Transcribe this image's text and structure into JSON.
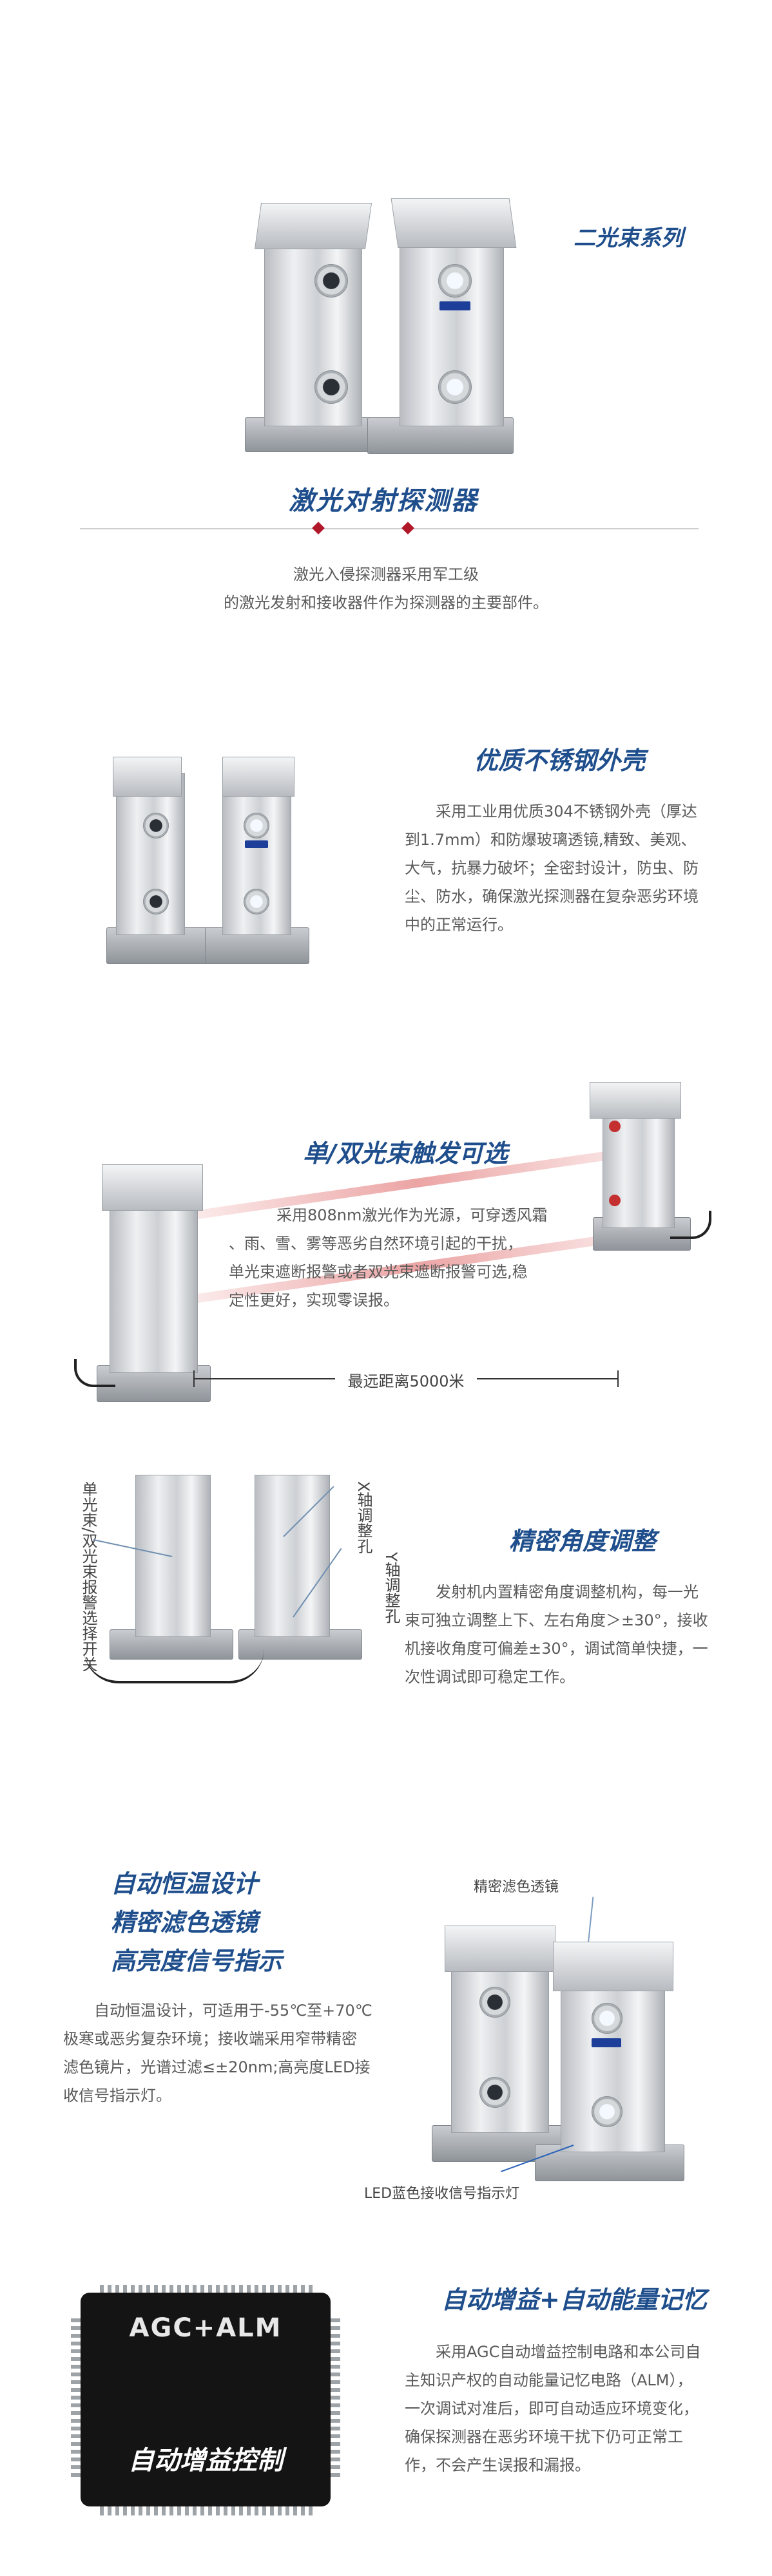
{
  "section1": {
    "series_title": "二光束系列",
    "heading": "激光对射探测器",
    "desc_line1": "激光入侵探测器采用军工级",
    "desc_line2": "的激光发射和接收器件作为探测器的主要部件。"
  },
  "section2": {
    "heading": "优质不锈钢外壳",
    "body_lines": [
      "采用工业用优质304不锈钢外壳（厚达",
      "到1.7mm）和防爆玻璃透镜,精致、美观、",
      "大气，抗暴力破坏；全密封设计，防虫、防",
      "尘、防水，确保激光探测器在复杂恶劣环境",
      "中的正常运行。"
    ]
  },
  "section3": {
    "heading": "单/双光束触发可选",
    "body_lines": [
      "采用808nm激光作为光源，可穿透风霜",
      "、雨、雪、雾等恶劣自然环境引起的干扰，",
      "单光束遮断报警或者双光束遮断报警可选,稳",
      "定性更好，实现零误报。"
    ],
    "distance_label": "最远距离5000米"
  },
  "section4": {
    "heading": "精密角度调整",
    "left_label": "单光束/双光束报警选择开关",
    "x_label": "X轴调整孔",
    "y_label": "Y轴调整孔",
    "body_lines": [
      "发射机内置精密角度调整机构，每一光",
      "束可独立调整上下、左右角度＞±30°，接收",
      "机接收角度可偏差±30°，调试简单快捷，一",
      "次性调试即可稳定工作。"
    ]
  },
  "section5": {
    "headings": [
      "自动恒温设计",
      "精密滤色透镜",
      "高亮度信号指示"
    ],
    "body_lines": [
      "自动恒温设计，可适用于-55℃至+70℃",
      "极寒或恶劣复杂环境；接收端采用窄带精密",
      "滤色镜片，光谱过滤≤±20nm;高亮度LED接",
      "收信号指示灯。"
    ],
    "filter_label": "精密滤色透镜",
    "led_label": "LED蓝色接收信号指示灯"
  },
  "section6": {
    "chip_top": "AGC+ALM",
    "chip_bottom": "自动增益控制",
    "heading": "自动增益+自动能量记忆",
    "body_lines": [
      "采用AGC自动增益控制电路和本公司自",
      "主知识产权的自动能量记忆电路（ALM），",
      "一次调试对准后，即可自动适应环境变化，",
      "确保探测器在恶劣环境干扰下仍可正常工",
      "作，不会产生误报和漏报。"
    ]
  },
  "colors": {
    "title_blue": "#1f4e8c",
    "diamond_red": "#b0182a",
    "laser_red": "#d85a5a"
  }
}
